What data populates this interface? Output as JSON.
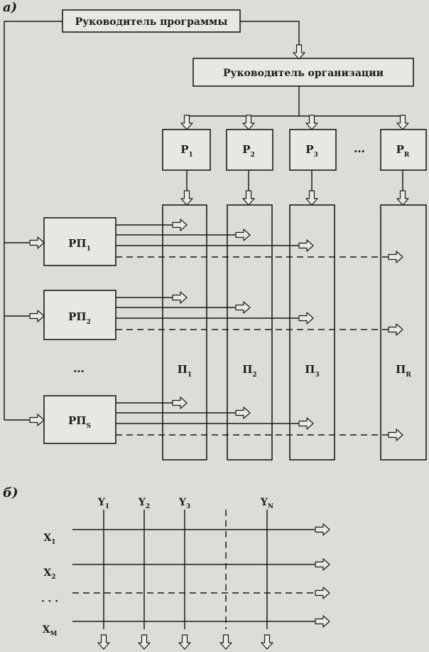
{
  "part_a": {
    "label": "а)",
    "program_head": "Руководитель программы",
    "org_head": "Руководитель организации",
    "departments": [
      {
        "base": "Р",
        "sub": "1"
      },
      {
        "base": "Р",
        "sub": "2"
      },
      {
        "base": "Р",
        "sub": "3"
      },
      {
        "base": "…",
        "sub": ""
      },
      {
        "base": "Р",
        "sub": "R"
      }
    ],
    "project_managers": [
      {
        "base": "РП",
        "sub": "1"
      },
      {
        "base": "РП",
        "sub": "2"
      },
      {
        "base": "…",
        "sub": ""
      },
      {
        "base": "РП",
        "sub": "S"
      }
    ],
    "divisions": [
      {
        "base": "П",
        "sub": "1"
      },
      {
        "base": "П",
        "sub": "2"
      },
      {
        "base": "П",
        "sub": "3"
      },
      {
        "base": "П",
        "sub": "R"
      }
    ]
  },
  "part_b": {
    "label": "б)",
    "columns": [
      {
        "base": "Y",
        "sub": "1"
      },
      {
        "base": "Y",
        "sub": "2"
      },
      {
        "base": "Y",
        "sub": "3"
      },
      {
        "base": "Y",
        "sub": "N"
      }
    ],
    "rows": [
      {
        "base": "X",
        "sub": "1"
      },
      {
        "base": "X",
        "sub": "2"
      },
      {
        "base": "·  ·  ·",
        "sub": ""
      },
      {
        "base": "X",
        "sub": "M"
      }
    ]
  }
}
